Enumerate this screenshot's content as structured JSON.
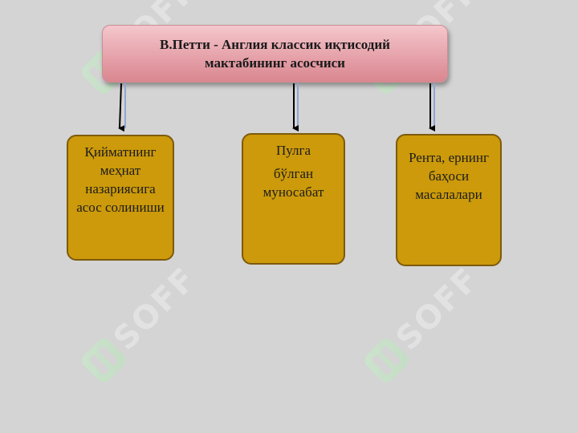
{
  "watermark": {
    "text": "SOFF",
    "icon": "soff-logo-icon"
  },
  "title": {
    "line1": "В.Петти - Англия классик иқтисодий",
    "line2": "мактабининг асосчиси"
  },
  "nodes": [
    {
      "text": "Қийматнинг меҳнат назариясига асос солиниши"
    },
    {
      "line1": "Пулга",
      "line2": "бўлган муносабат"
    },
    {
      "text": "Рента, ернинг баҳоси масалалари"
    }
  ],
  "colors": {
    "background": "#d4d4d4",
    "title_fill": "#e6a2aa",
    "node_fill": "#cc9a0a",
    "arrow": "#000000"
  }
}
